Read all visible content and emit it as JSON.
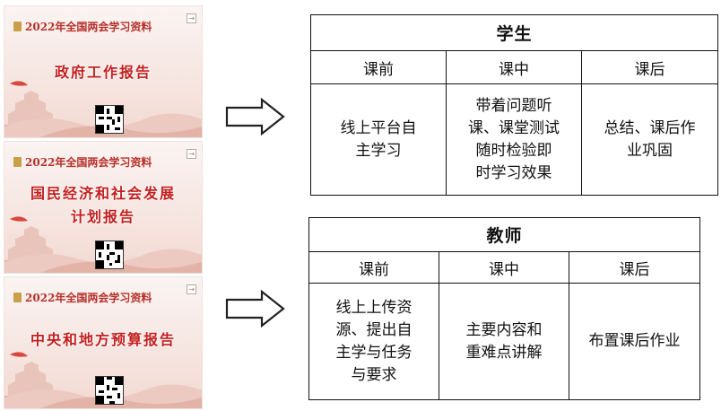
{
  "cards": [
    {
      "header": "2022年全国两会学习资料",
      "title_lines": [
        "政府工作报告"
      ]
    },
    {
      "header": "2022年全国两会学习资料",
      "title_lines": [
        "国民经济和社会发展",
        "计划报告"
      ]
    },
    {
      "header": "2022年全国两会学习资料",
      "title_lines": [
        "中央和地方预算报告"
      ]
    }
  ],
  "student_table": {
    "title": "学生",
    "columns": [
      "课前",
      "课中",
      "课后"
    ],
    "cells": [
      [
        "线上平台自",
        "主学习"
      ],
      [
        "带着问题听",
        "课、课堂测试",
        "随时检验即",
        "时学习效果"
      ],
      [
        "总结、课后作",
        "业巩固"
      ]
    ]
  },
  "teacher_table": {
    "title": "教师",
    "columns": [
      "课前",
      "课中",
      "课后"
    ],
    "cells": [
      [
        "线上上传资",
        "源、提出自",
        "主学与任务",
        "与要求"
      ],
      [
        "主要内容和",
        "重难点讲解"
      ],
      [
        "布置课后作业"
      ]
    ]
  },
  "colors": {
    "title_red": "#c41f1f",
    "header_red": "#b7302a",
    "card_bg": "#f6e6e1",
    "border": "#111111"
  },
  "icons": [
    "book-icon",
    "exit-icon",
    "qr-code-icon",
    "arrow-right-icon"
  ]
}
